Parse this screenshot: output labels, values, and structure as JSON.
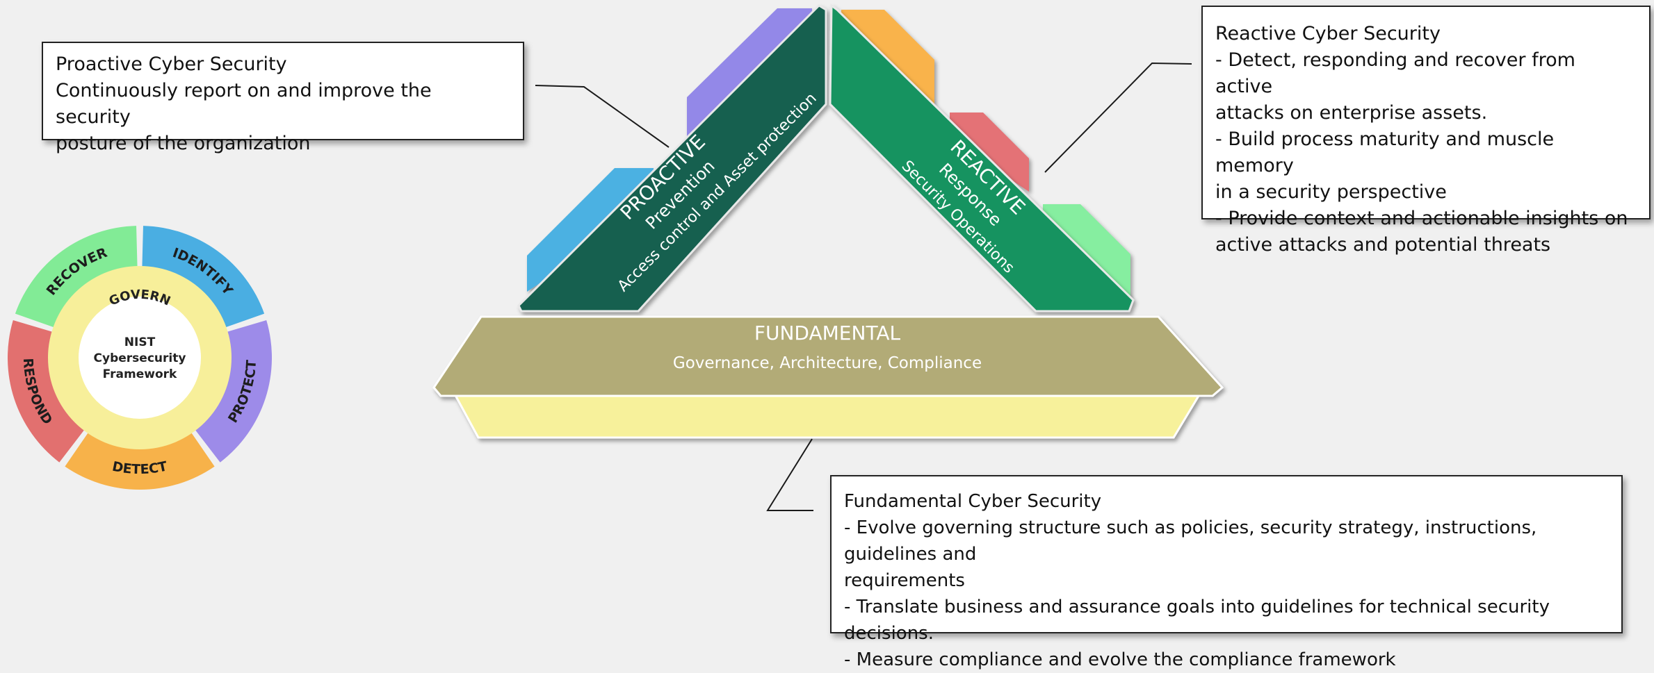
{
  "proactive_box": {
    "title": "Proactive Cyber Security",
    "lines": [
      "Continuously report on and improve the security",
      "posture of the organization"
    ]
  },
  "reactive_box": {
    "title": "Reactive Cyber Security",
    "lines": [
      "- Detect, responding and recover from active",
      "attacks on enterprise assets.",
      "- Build process maturity and muscle memory",
      "in a security perspective",
      "- Provide context and actionable insights on",
      "active attacks and potential threats"
    ]
  },
  "fundamental_box": {
    "title": "Fundamental Cyber Security",
    "lines": [
      "- Evolve governing structure such as policies, security strategy, instructions, guidelines and",
      "requirements",
      "- Translate business and assurance goals into guidelines for technical security decisions.",
      "- Measure compliance and evolve the compliance framework"
    ]
  },
  "triangle": {
    "proactive": {
      "title": "PROACTIVE",
      "sub": "Prevention",
      "detail": "Access control and Asset protection"
    },
    "reactive": {
      "title": "REACTIVE",
      "sub": "Response",
      "detail": "Security Operations"
    },
    "fundamental": {
      "title": "FUNDAMENTAL",
      "sub": "Governance, Architecture, Compliance"
    }
  },
  "nist_wheel": {
    "center_lines": [
      "NIST",
      "Cybersecurity",
      "Framework"
    ],
    "inner_label": "GOVERN",
    "segments": [
      {
        "label": "IDENTIFY",
        "color": "#4aaee2"
      },
      {
        "label": "PROTECT",
        "color": "#9d8be9"
      },
      {
        "label": "DETECT",
        "color": "#f7b24a"
      },
      {
        "label": "RESPOND",
        "color": "#e2706f"
      },
      {
        "label": "RECOVER",
        "color": "#82eb96"
      }
    ],
    "govern_color": "#f7ef9a"
  },
  "colors": {
    "proactive_band": "#176150",
    "reactive_band": "#139361",
    "fundamental_top": "#b2ab77",
    "fundamental_base": "#f7f19b",
    "step_purple": "#9388e8",
    "step_blue": "#4cb1e2",
    "step_orange": "#f9b34c",
    "step_red": "#e47276",
    "step_green": "#86eea0"
  }
}
